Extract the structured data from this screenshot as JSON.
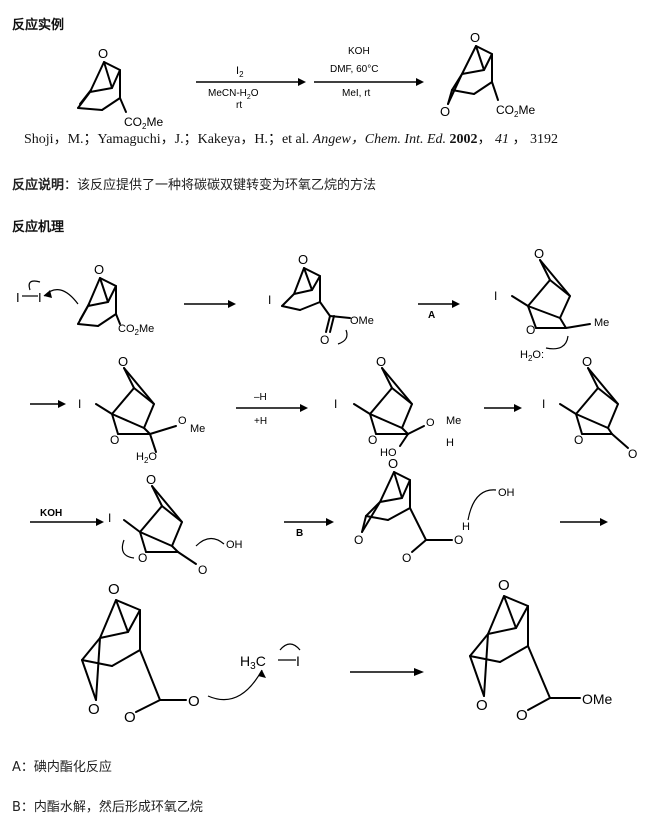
{
  "sections": {
    "example_heading": "反应实例",
    "explanation_label": "反应说明",
    "explanation_sep": "：",
    "explanation_text": "该反应提供了一种将碳碳双键转变为环氧乙烷的方法",
    "mechanism_heading": "反应机理"
  },
  "scheme": {
    "step1_reagent_top": "I",
    "step1_reagent_top_sub": "2",
    "step1_reagent_solvent": "MeCN-H",
    "step1_reagent_solvent_sub": "2",
    "step1_reagent_solvent_end": "O",
    "step1_condition": "rt",
    "step2_reagent_top": "KOH",
    "step2_reagent_mid": "DMF, 60°C",
    "step2_reagent_bottom": "MeI, rt",
    "ester_label": "CO",
    "ester_sub": "2",
    "ester_end": "Me"
  },
  "citation": {
    "authors": "Shoji，M.；Yamaguchi，J.；Kakeya，H.；et al.",
    "journal": "Angew，Chem. Int. Ed.",
    "year": "2002",
    "volume": "41",
    "pages": "3192"
  },
  "mechanism": {
    "iodine": "I",
    "ome": "OMe",
    "me": "Me",
    "water": "H",
    "water_sub": "2",
    "water_end": "O:",
    "deprotonation": "–H",
    "protonation": "+H",
    "koh": "KOH",
    "hydroxide": "OH",
    "ho": "HO",
    "h": "H",
    "o": "O",
    "step_a": "A",
    "step_b": "B",
    "methyl_iodide": "H",
    "methyl_iodide_sub": "3",
    "methyl_iodide_c": "C",
    "ester_ome": "OMe"
  },
  "notes": {
    "a": "A：碘内酯化反应",
    "b": "B：内酯水解，然后形成环氧乙烷"
  }
}
